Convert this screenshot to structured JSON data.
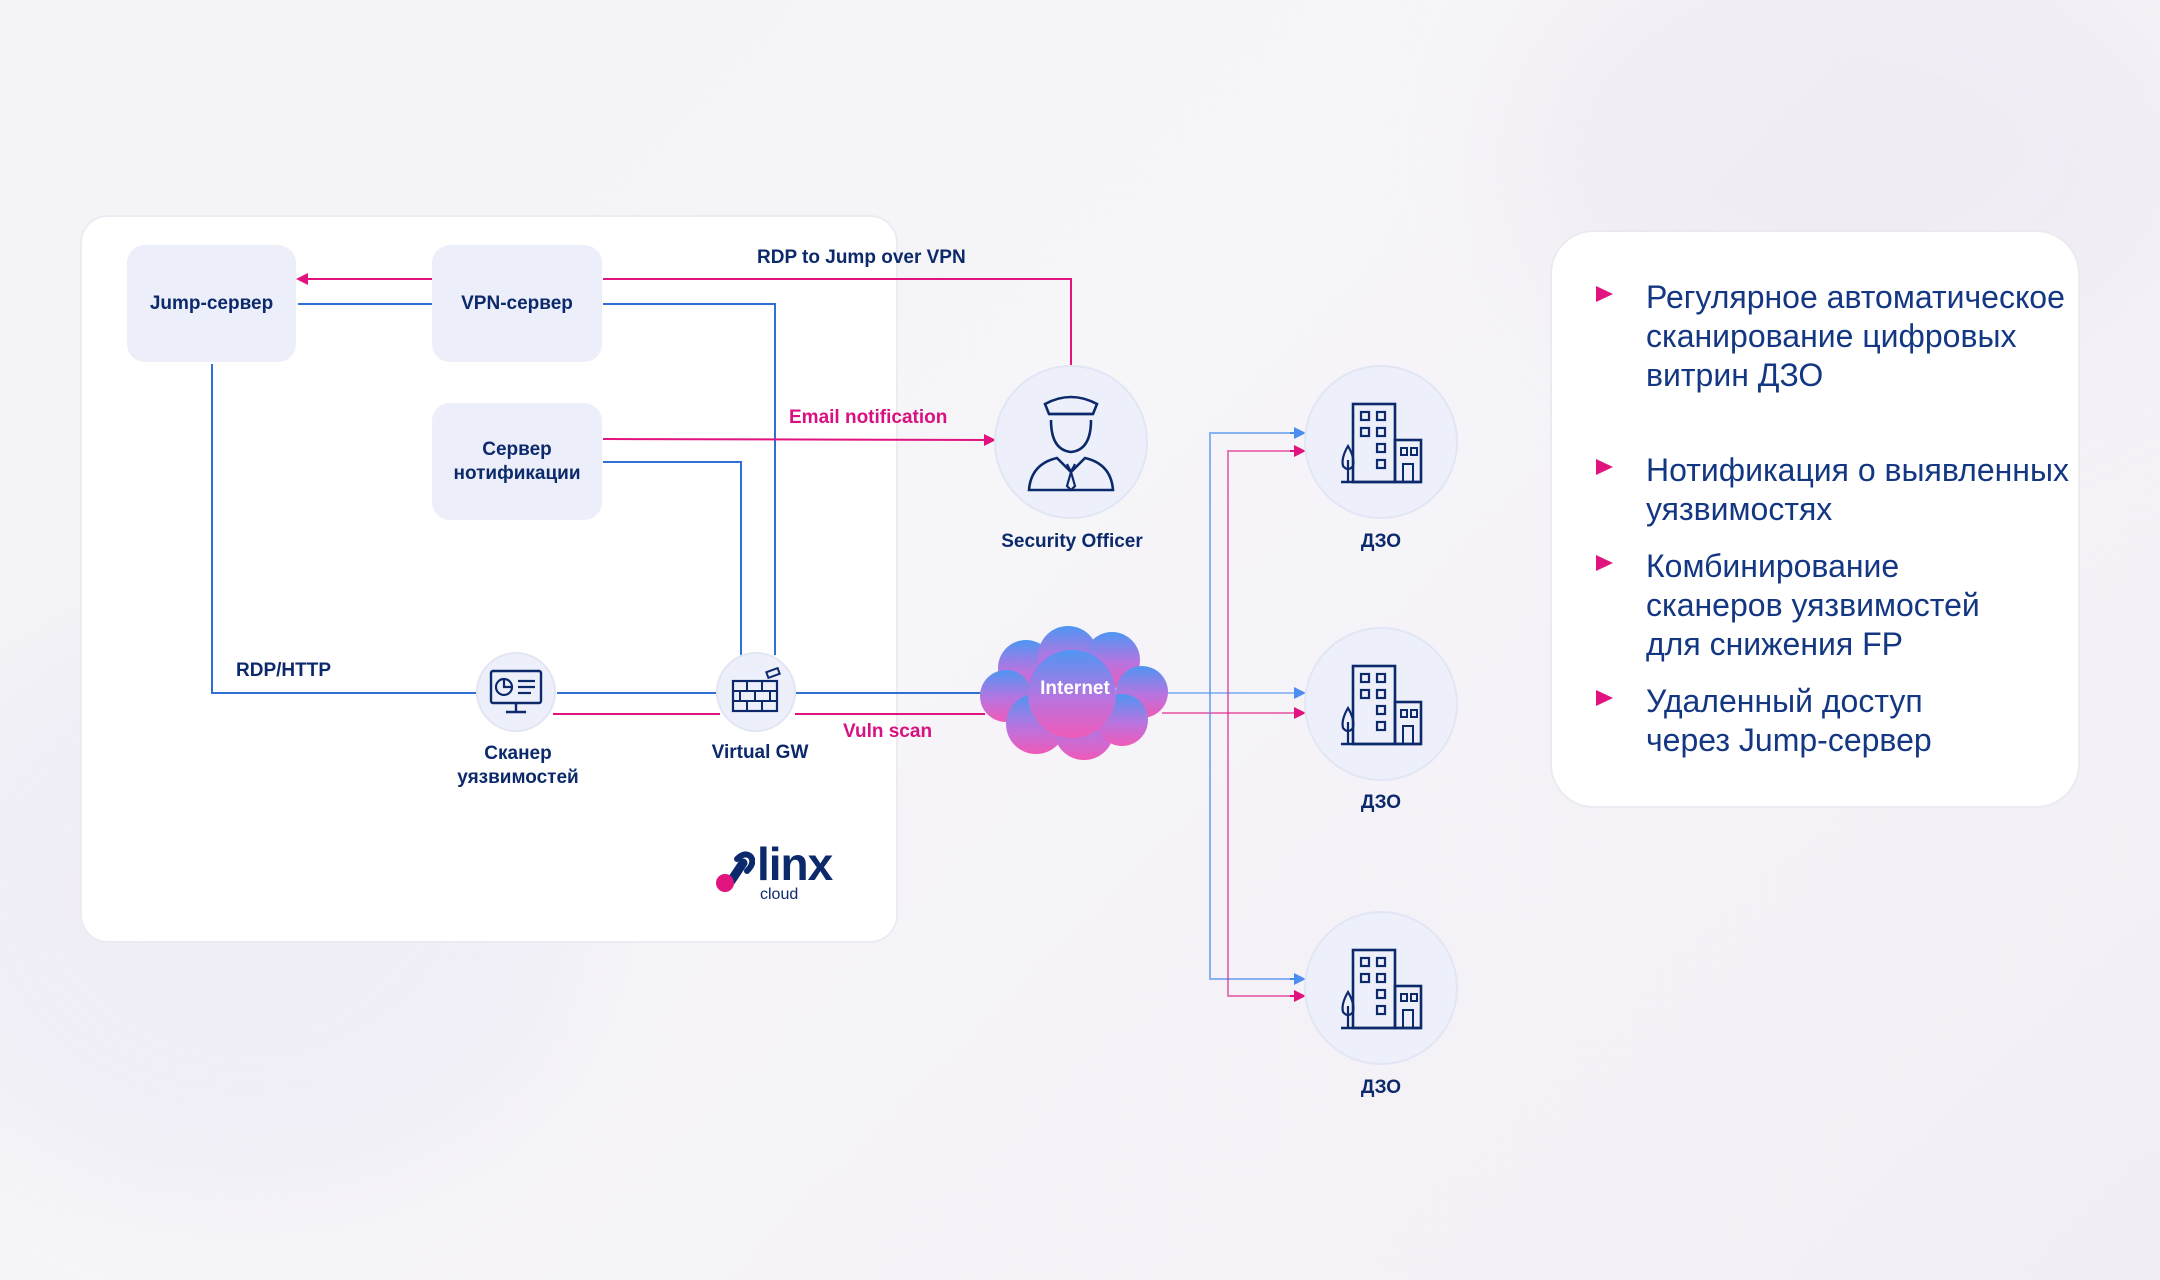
{
  "nodes": {
    "jump": "Jump-сервер",
    "vpn": "VPN-сервер",
    "notify": "Сервер нотификации",
    "scanner": "Сканер уязвимостей",
    "gateway": "Virtual GW",
    "officer": "Security Officer",
    "internet": "Internet",
    "dzo": [
      "ДЗО",
      "ДЗО",
      "ДЗО"
    ]
  },
  "edge_labels": {
    "rdp_vpn": "RDP to Jump over VPN",
    "email": "Email notification",
    "rdp_http": "RDP/HTTP",
    "vuln_scan": "Vuln scan"
  },
  "logo": {
    "word": "linx",
    "sub": "cloud"
  },
  "features": [
    "Регулярное автоматическое сканирование цифровых витрин ДЗО",
    "Нотификация о выявленных уязвимостях",
    "Комбинирование сканеров уязвимостей для снижения FP",
    "Удаленный доступ через Jump-сервер"
  ],
  "colors": {
    "blue": "#2f6fd6",
    "pink": "#e0137f",
    "navy": "#0c2a6b",
    "node_bg": "#eceef9"
  },
  "icons": {
    "officer": "security-officer-icon",
    "scanner": "monitor-chart-icon",
    "gateway": "firewall-icon",
    "dzo": "office-building-icon"
  }
}
